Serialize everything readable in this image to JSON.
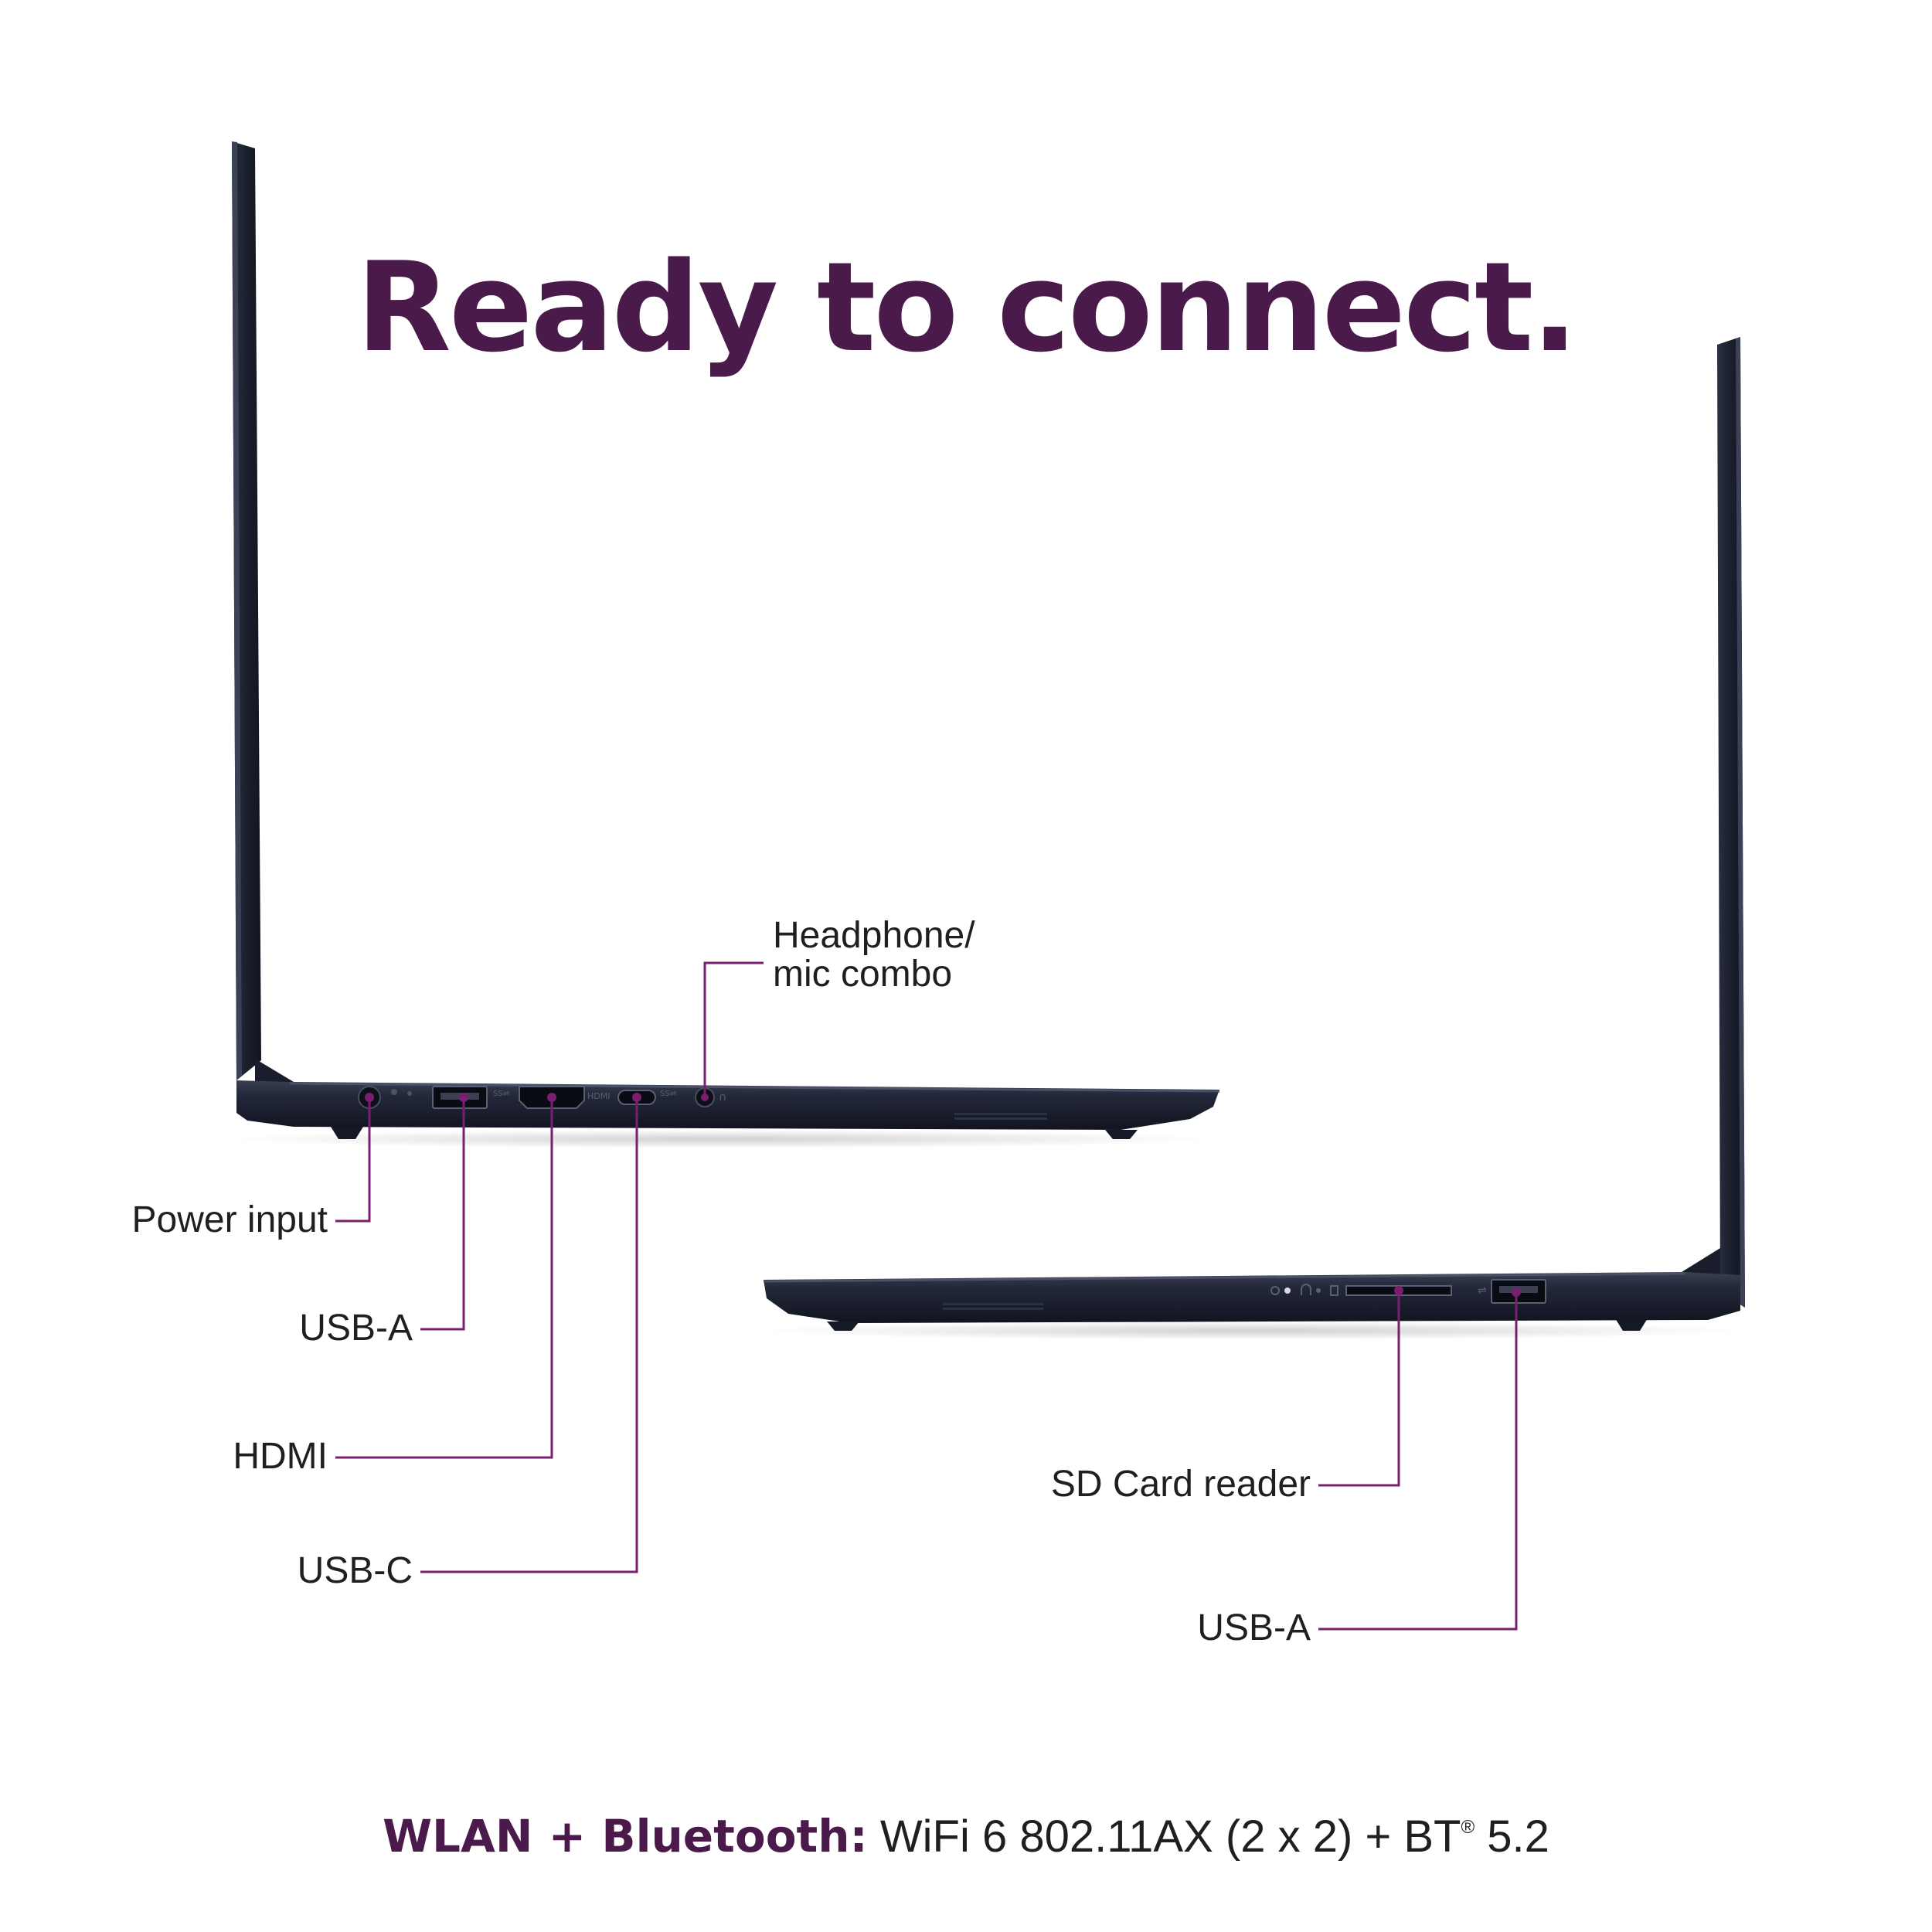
{
  "headline": "Ready to connect.",
  "callouts": {
    "power_input": "Power input",
    "usb_a_left": "USB-A",
    "hdmi": "HDMI",
    "usb_c": "USB-C",
    "headphone_line1": "Headphone/",
    "headphone_line2": "mic combo",
    "sd_card_reader": "SD Card reader",
    "usb_a_right": "USB-A"
  },
  "footer": {
    "label": "WLAN + Bluetooth:",
    "spec_prefix": "WiFi 6 802.11AX (2 x 2) + BT",
    "registered": "®",
    "spec_suffix": "5.2"
  },
  "port_icons": {
    "hdmi_text": "HDMI"
  },
  "colors": {
    "accent": "#4a1a4a",
    "callout_line": "#7a1f6e",
    "laptop_body": "#1c2030",
    "text": "#1f1f1f"
  }
}
